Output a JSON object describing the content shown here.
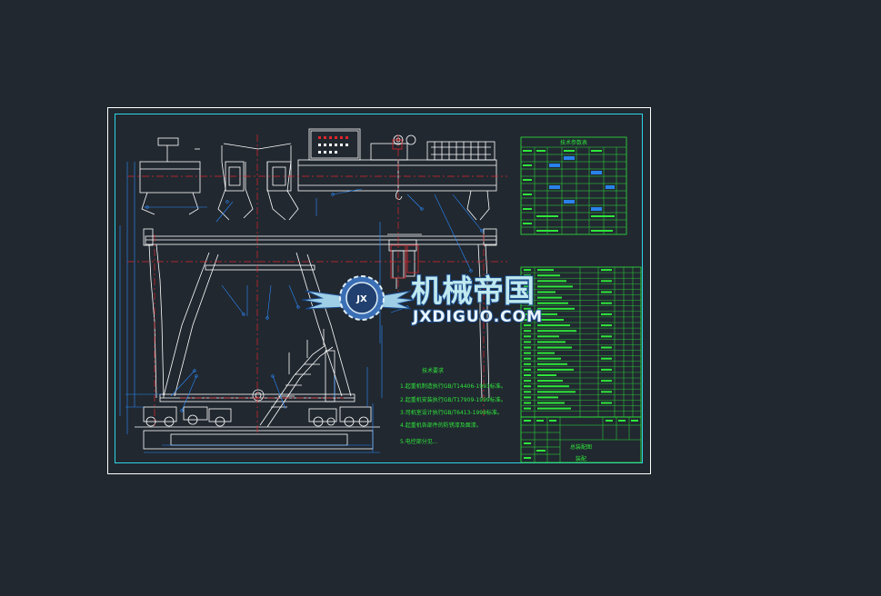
{
  "drawing": {
    "background_color": "#212830",
    "frame_color": "#ffffff",
    "border_color": "#2fd3e6",
    "line_color": "#ffffff",
    "centerline_color": "#e0262b",
    "dimension_color": "#2a8bff",
    "text_color": "#2ee63a"
  },
  "parameter_table": {
    "title": "技术参数表"
  },
  "tech_notes": {
    "title": "技术要求",
    "items": [
      "1.起重机制造执行GB/T14406-1993标准。",
      "2.起重机安装执行GB/T17909-1999标准。",
      "3.司机室设计执行GB/T6413-1998标准。",
      "4.起重机各部件的防锈漆及面漆。",
      "5.电控部分见..."
    ]
  },
  "title_block": {
    "drawing_name": "总装配图",
    "material": "装配"
  },
  "watermark": {
    "logo_letters": "JX",
    "name_cn": "机械帝国",
    "domain": "JXDIGUO.COM",
    "colors": {
      "wing": "#9fcfe6",
      "gear": "#3b6fb5",
      "text_stroke": "#1a4b8c"
    }
  }
}
